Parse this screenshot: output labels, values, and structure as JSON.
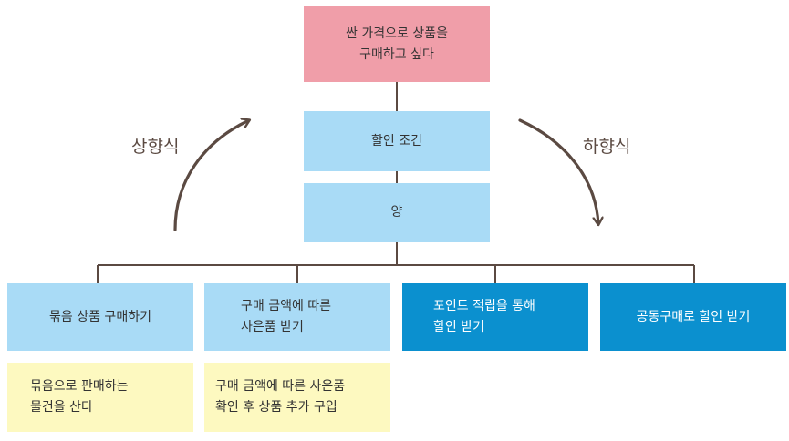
{
  "top_goal": {
    "lines": [
      "싼 가격으로 상품을",
      "구매하고 싶다"
    ]
  },
  "middle_nodes": [
    {
      "text": "할인 조건"
    },
    {
      "text": "양"
    }
  ],
  "direction_labels": {
    "up": "상향식",
    "down": "하향식"
  },
  "leaf_nodes": [
    {
      "lines": [
        "묶음 상품 구매하기"
      ]
    },
    {
      "lines": [
        "구매 금액에 따른",
        "사은품 받기"
      ]
    },
    {
      "lines": [
        "포인트 적립을 통해",
        "할인 받기"
      ]
    },
    {
      "lines": [
        "공동구매로 할인 받기"
      ]
    }
  ],
  "notes": [
    {
      "lines": [
        "묶음으로 판매하는",
        "물건을 산다"
      ]
    },
    {
      "lines": [
        "구매 금액에 따른 사은품",
        "확인 후 상품 추가 구입"
      ]
    }
  ],
  "colors": {
    "goal_box": "#f09ea9",
    "light_box": "#a9dbf6",
    "dark_box": "#0b90cf",
    "note_box": "#fdf9c0",
    "connector": "#5b4a42"
  }
}
